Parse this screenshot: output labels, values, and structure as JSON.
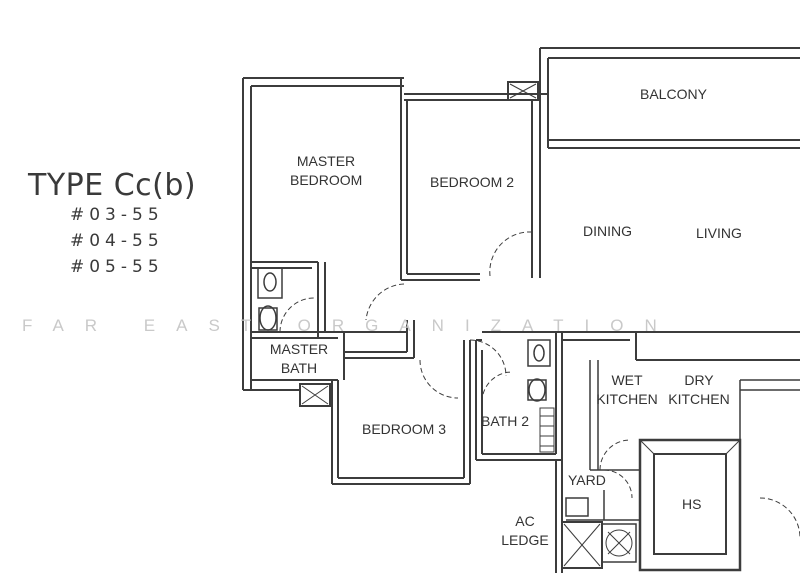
{
  "type_label": "TYPE Cc(b)",
  "units": [
    "#03-55",
    "#04-55",
    "#05-55"
  ],
  "watermark": "FAR EAST ORGANIZATION",
  "rooms": {
    "balcony": "BALCONY",
    "master_bedroom_1": "MASTER",
    "master_bedroom_2": "BEDROOM",
    "bedroom_2": "BEDROOM 2",
    "dining": "DINING",
    "living": "LIVING",
    "master_bath_1": "MASTER",
    "master_bath_2": "BATH",
    "wet_kitchen_1": "WET",
    "wet_kitchen_2": "KITCHEN",
    "dry_kitchen_1": "DRY",
    "dry_kitchen_2": "KITCHEN",
    "bedroom_3": "BEDROOM 3",
    "bath_2": "BATH 2",
    "yard": "YARD",
    "hs": "HS",
    "ac_ledge_1": "AC",
    "ac_ledge_2": "LEDGE"
  }
}
